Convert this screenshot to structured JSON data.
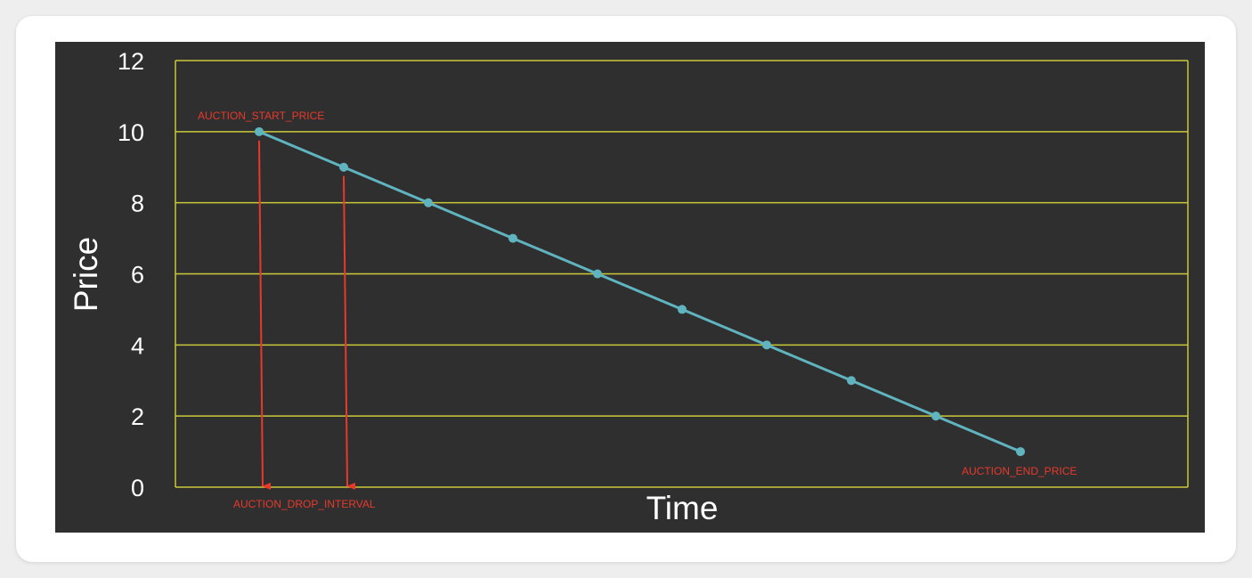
{
  "chart_data": {
    "type": "line",
    "xlabel": "Time",
    "ylabel": "Price",
    "ylim": [
      0,
      12
    ],
    "yticks": [
      0,
      2,
      4,
      6,
      8,
      10,
      12
    ],
    "grid": true,
    "series": [
      {
        "values": [
          10,
          9,
          8,
          7,
          6,
          5,
          4,
          3,
          2,
          1
        ]
      }
    ],
    "annotations": [
      {
        "id": "start",
        "text": "AUCTION_START_PRICE",
        "point_index": 0
      },
      {
        "id": "interval",
        "text": "AUCTION_DROP_INTERVAL",
        "point_indices": [
          0,
          1
        ]
      },
      {
        "id": "end",
        "text": "AUCTION_END_PRICE",
        "point_index": 9
      }
    ],
    "colors": {
      "background": "#2f2f2f",
      "grid": "#c9c93a",
      "line": "#5fb4bf",
      "annotation": "#e8392b",
      "text": "#ffffff"
    }
  }
}
